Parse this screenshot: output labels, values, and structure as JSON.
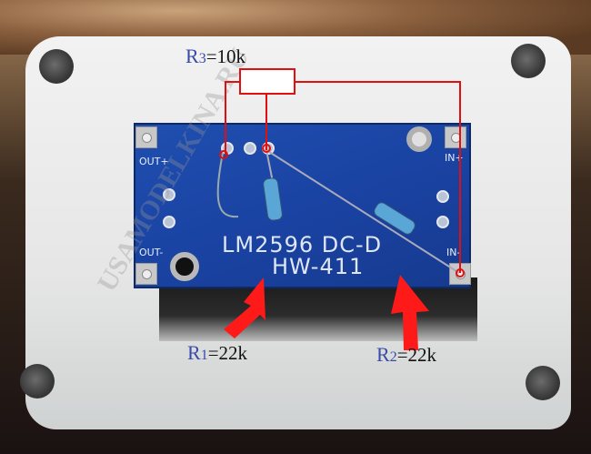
{
  "board": {
    "model": "HW-411",
    "chip": "LM2596 DC-D",
    "pins": {
      "out_plus": "OUT+",
      "out_minus": "OUT-",
      "in_plus": "IN+",
      "in_minus": "IN-"
    }
  },
  "annotations": {
    "r3": {
      "symbol": "R",
      "index": "3",
      "value": "=10k"
    },
    "r1": {
      "symbol": "R",
      "index": "1",
      "value": "=22k"
    },
    "r2": {
      "symbol": "R",
      "index": "2",
      "value": "=22k"
    }
  },
  "watermark": "USAMODELKINA.RU",
  "colors": {
    "annotation_red": "#e01010",
    "label_blue": "#3a4aa8",
    "pcb_blue": "#1a43a3"
  }
}
